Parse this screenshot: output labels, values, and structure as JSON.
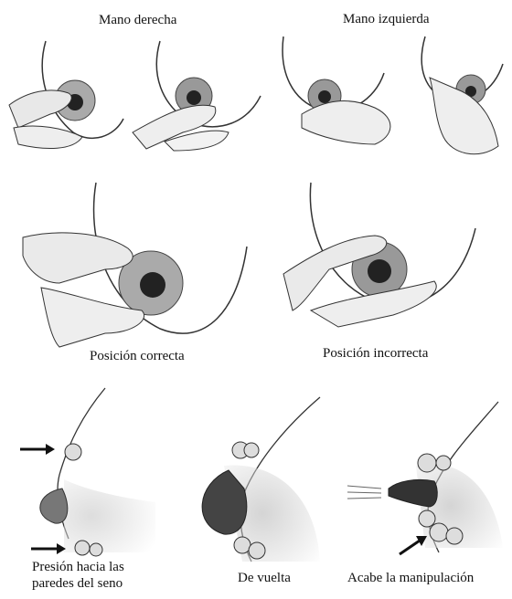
{
  "row1": {
    "right_hand_label": "Mano derecha",
    "left_hand_label": "Mano izquierda"
  },
  "row2": {
    "correct_label": "Posición correcta",
    "incorrect_label": "Posición incorrecta"
  },
  "row3": {
    "press_label_line1": "Presión hacia las",
    "press_label_line2": "paredes del seno",
    "turn_label": "De vuelta",
    "finish_label": "Acabe la manipulación"
  }
}
